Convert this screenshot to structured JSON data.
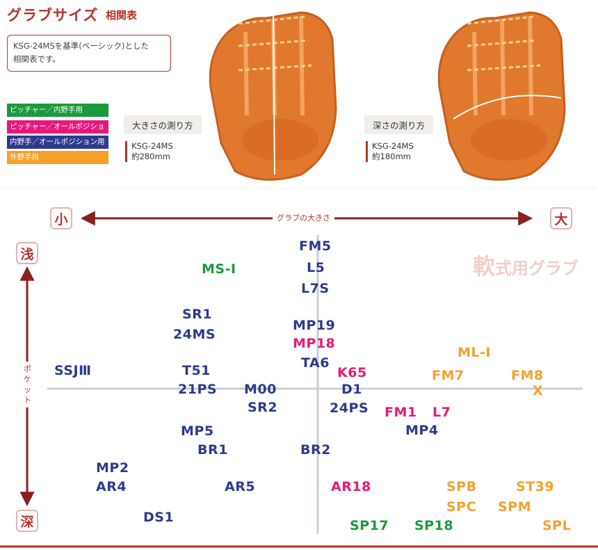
{
  "header": {
    "title": "グラブサイズ",
    "subtitle": "相関表",
    "note_line1": "KSG-24MSを基準(ベーシック)とした",
    "note_line2": "相関表です。"
  },
  "legend": [
    {
      "label": "ピッチャー／内野手用",
      "color": "#1a9a3c"
    },
    {
      "label": "ピッチャー／オールポジション用",
      "color": "#e5197c"
    },
    {
      "label": "内野手／オールポジション用",
      "color": "#2d3a8c"
    },
    {
      "label": "外野手用",
      "color": "#f5a12b"
    }
  ],
  "measurements": [
    {
      "label": "大きさの測り方",
      "model": "KSG-24MS",
      "value": "約280mm"
    },
    {
      "label": "深さの測り方",
      "model": "KSG-24MS",
      "value": "約180mm"
    }
  ],
  "axes": {
    "small": "小",
    "large": "大",
    "horizontal_label": "グラブの大きさ",
    "shallow": "浅",
    "deep": "深",
    "vertical_label": "ポケット"
  },
  "chart_title": {
    "big_char": "軟",
    "rest": "式用グラブ"
  },
  "colors": {
    "green": "#1a9a3c",
    "pink": "#e5197c",
    "navy": "#2d3a8c",
    "orange": "#f5a12b",
    "accent": "#b5332a"
  },
  "models": [
    {
      "name": "FM5",
      "category": "navy"
    },
    {
      "name": "L5",
      "category": "navy"
    },
    {
      "name": "L7S",
      "category": "navy"
    },
    {
      "name": "MS-Ⅰ",
      "category": "green"
    },
    {
      "name": "SR1",
      "category": "navy"
    },
    {
      "name": "24MS",
      "category": "navy"
    },
    {
      "name": "MP19",
      "category": "navy"
    },
    {
      "name": "MP18",
      "category": "pink"
    },
    {
      "name": "TA6",
      "category": "navy"
    },
    {
      "name": "K65",
      "category": "pink"
    },
    {
      "name": "ML-Ⅰ",
      "category": "orange"
    },
    {
      "name": "SSJⅢ",
      "category": "navy"
    },
    {
      "name": "T51",
      "category": "navy"
    },
    {
      "name": "FM7",
      "category": "orange"
    },
    {
      "name": "FM8",
      "category": "orange"
    },
    {
      "name": "21PS",
      "category": "navy"
    },
    {
      "name": "M00",
      "category": "navy"
    },
    {
      "name": "D1",
      "category": "navy"
    },
    {
      "name": "X",
      "category": "orange"
    },
    {
      "name": "SR2",
      "category": "navy"
    },
    {
      "name": "24PS",
      "category": "navy"
    },
    {
      "name": "FM1",
      "category": "pink"
    },
    {
      "name": "L7",
      "category": "pink"
    },
    {
      "name": "MP5",
      "category": "navy"
    },
    {
      "name": "MP4",
      "category": "navy"
    },
    {
      "name": "BR1",
      "category": "navy"
    },
    {
      "name": "BR2",
      "category": "navy"
    },
    {
      "name": "MP2",
      "category": "navy"
    },
    {
      "name": "AR4",
      "category": "navy"
    },
    {
      "name": "AR5",
      "category": "navy"
    },
    {
      "name": "AR18",
      "category": "pink"
    },
    {
      "name": "SPB",
      "category": "orange"
    },
    {
      "name": "ST39",
      "category": "orange"
    },
    {
      "name": "SPC",
      "category": "orange"
    },
    {
      "name": "SPM",
      "category": "orange"
    },
    {
      "name": "DS1",
      "category": "navy"
    },
    {
      "name": "SP17",
      "category": "green"
    },
    {
      "name": "SP18",
      "category": "green"
    },
    {
      "name": "SPL",
      "category": "orange"
    }
  ]
}
